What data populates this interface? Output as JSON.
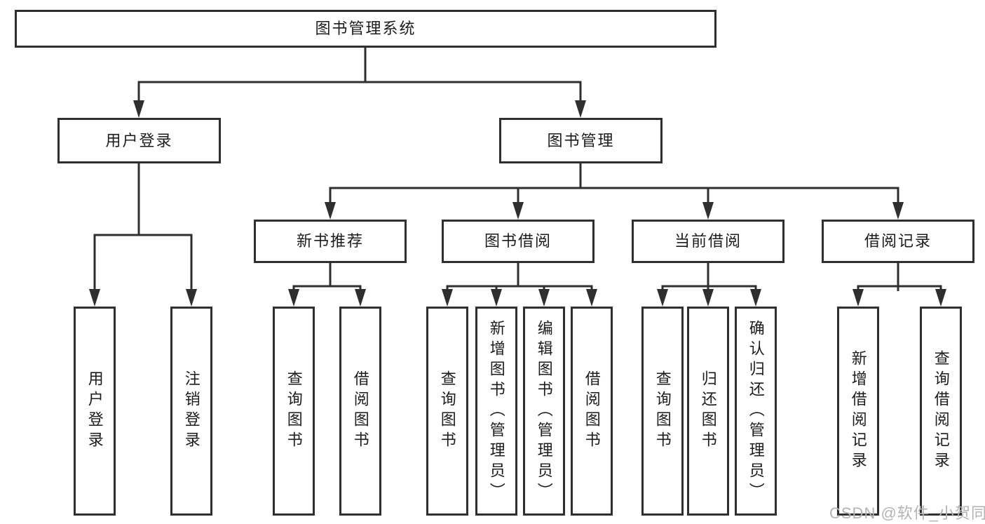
{
  "diagram": {
    "type": "hierarchy-tree",
    "root": {
      "label": "图书管理系统",
      "children": [
        {
          "label": "用户登录",
          "children": [
            {
              "label": "用户登录"
            },
            {
              "label": "注销登录"
            }
          ]
        },
        {
          "label": "图书管理",
          "children": [
            {
              "label": "新书推荐",
              "children": [
                {
                  "label": "查询图书"
                },
                {
                  "label": "借阅图书"
                }
              ]
            },
            {
              "label": "图书借阅",
              "children": [
                {
                  "label": "查询图书"
                },
                {
                  "label": "新增图书（管理员）"
                },
                {
                  "label": "编辑图书（管理员）"
                },
                {
                  "label": "借阅图书"
                }
              ]
            },
            {
              "label": "当前借阅",
              "children": [
                {
                  "label": "查询图书"
                },
                {
                  "label": "归还图书"
                },
                {
                  "label": "确认归还（管理员）"
                }
              ]
            },
            {
              "label": "借阅记录",
              "children": [
                {
                  "label": "新增借阅记录"
                },
                {
                  "label": "查询借阅记录"
                }
              ]
            }
          ]
        }
      ]
    }
  },
  "watermark": {
    "text": "CSDN @软件_小贺同学"
  },
  "colors": {
    "line": "#2f2f2f",
    "box_border": "#2f2f2f",
    "box_background": "#ffffff",
    "text": "#1c1c1c",
    "watermark": "#b3b3b3",
    "page_background": "#ffffff"
  }
}
